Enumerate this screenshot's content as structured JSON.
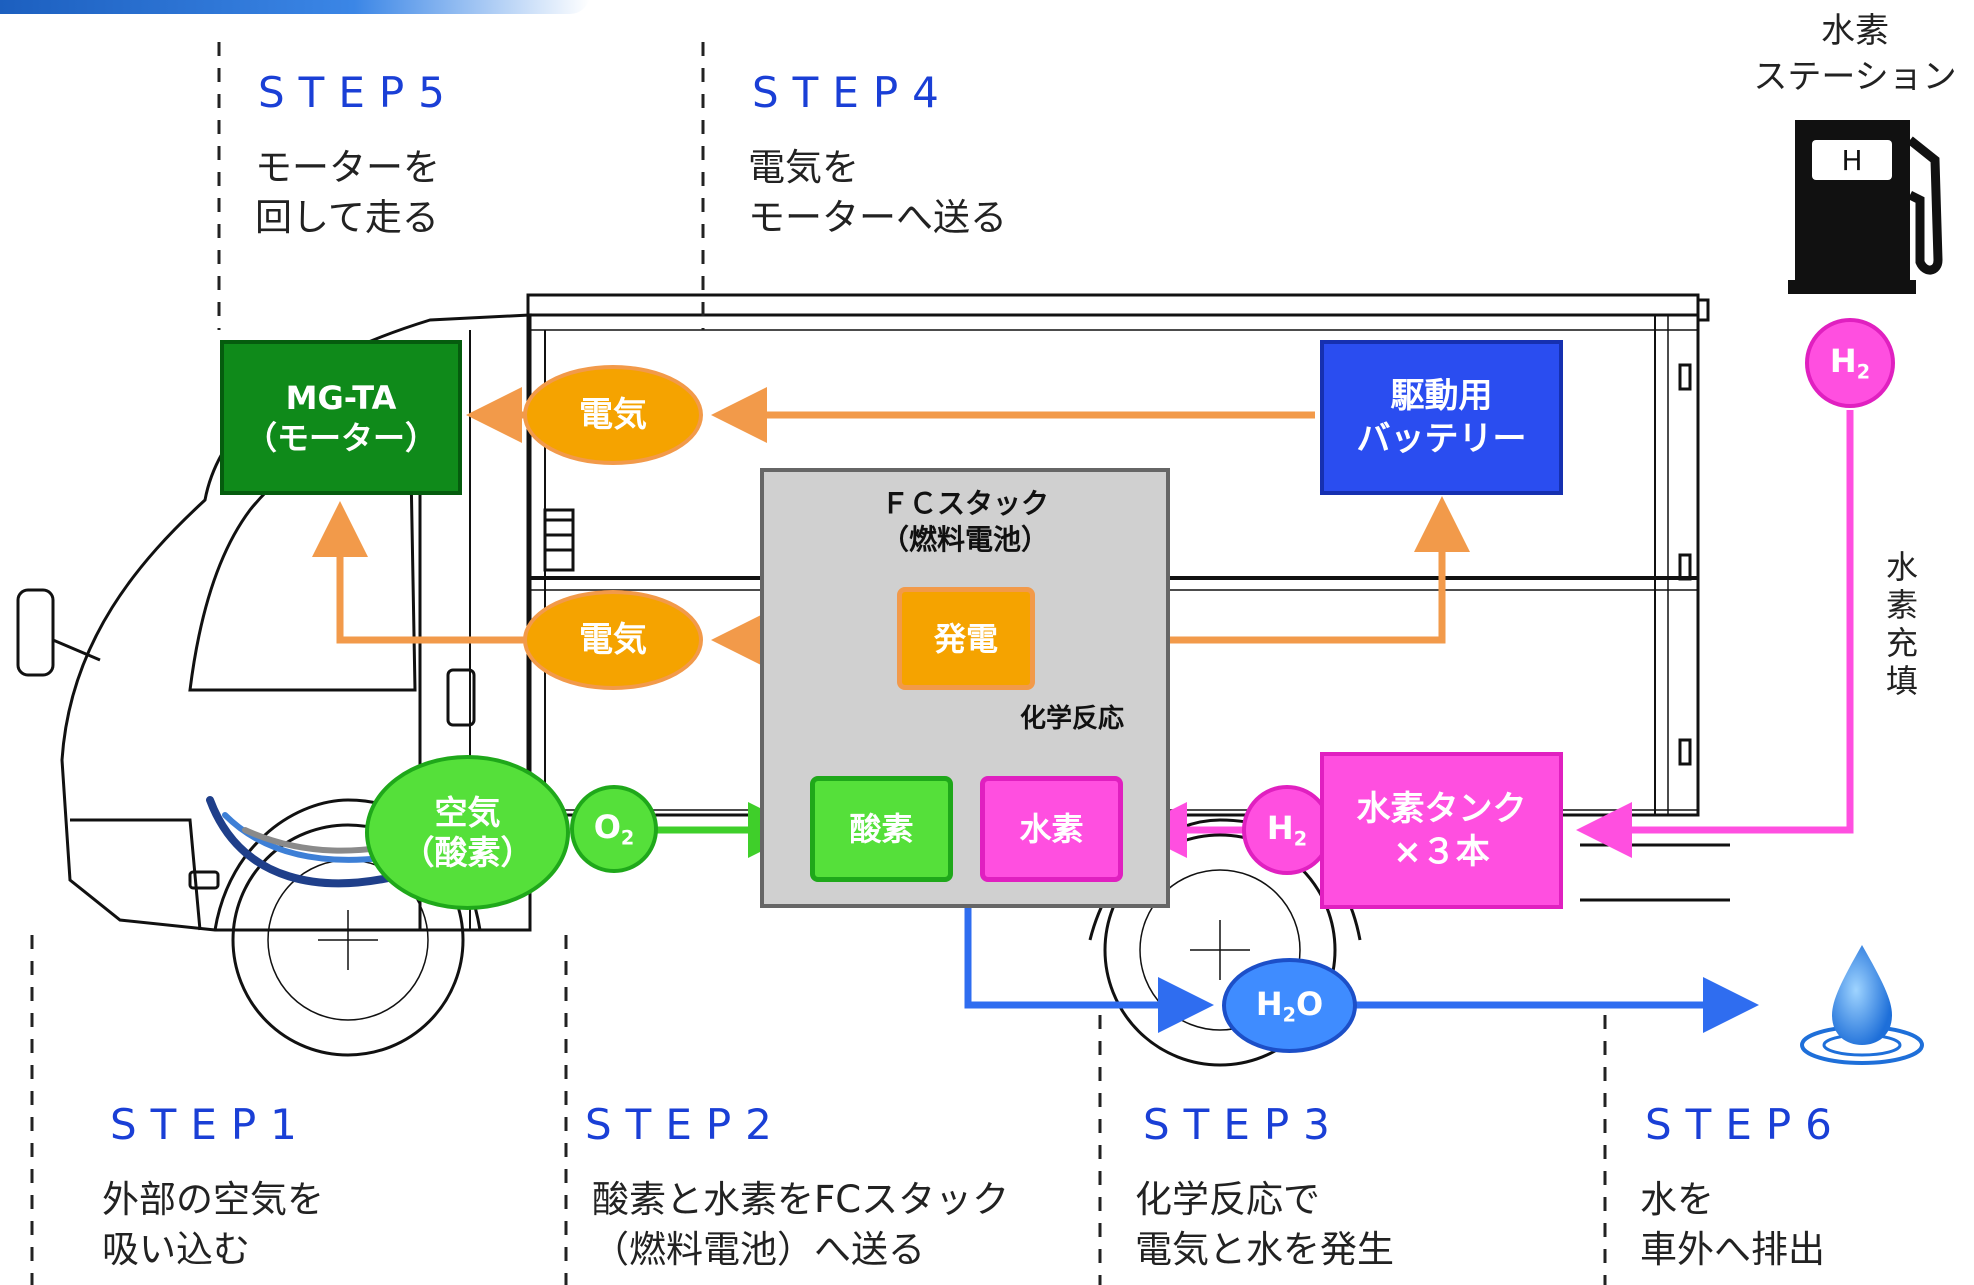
{
  "steps": {
    "step5": {
      "title": "STEP5",
      "line1": "モーターを",
      "line2": "回して走る"
    },
    "step4": {
      "title": "STEP4",
      "line1": "電気を",
      "line2": "モーターへ送る"
    },
    "step1": {
      "title": "STEP1",
      "line1": "外部の空気を",
      "line2": "吸い込む"
    },
    "step2": {
      "title": "STEP2",
      "line1": "酸素と水素をFCスタック",
      "line2": "（燃料電池）へ送る"
    },
    "step3": {
      "title": "STEP3",
      "line1": "化学反応で",
      "line2": "電気と水を発生"
    },
    "step6": {
      "title": "STEP6",
      "line1": "水を",
      "line2": "車外へ排出"
    }
  },
  "station": {
    "line1": "水素",
    "line2": "ステーション",
    "pump_label": "H"
  },
  "refuel_label": [
    "水",
    "素",
    "充",
    "填"
  ],
  "nodes": {
    "motor": {
      "line1": "MG-TA",
      "line2": "（モーター）"
    },
    "battery": {
      "line1": "駆動用",
      "line2": "バッテリー"
    },
    "electric_top": "電気",
    "electric_mid": "電気",
    "fc_stack": {
      "line1": "ＦＣスタック",
      "line2": "（燃料電池）"
    },
    "generate": "発電",
    "reaction": "化学反応",
    "oxygen": "酸素",
    "hydrogen": "水素",
    "air": {
      "line1": "空気",
      "line2": "（酸素）"
    },
    "o2": {
      "base": "O",
      "sub": "2"
    },
    "h2_tank": {
      "base": "H",
      "sub": "2"
    },
    "h2_station": {
      "base": "H",
      "sub": "2"
    },
    "h2o": {
      "base": "H",
      "sub": "2",
      "tail": "O"
    },
    "tank": {
      "line1": "水素タンク",
      "line2": "×３本"
    }
  },
  "colors": {
    "step_blue": "#1a3fd6",
    "motor_green": "#0f8a1a",
    "battery_blue": "#2a4df0",
    "electric_orange": "#f5a300",
    "arrow_orange": "#f29a4a",
    "oxygen_green": "#55e03a",
    "hydrogen_pink": "#ff4fe0",
    "water_blue": "#2f6df0",
    "fc_gray": "#d0d0d0"
  }
}
